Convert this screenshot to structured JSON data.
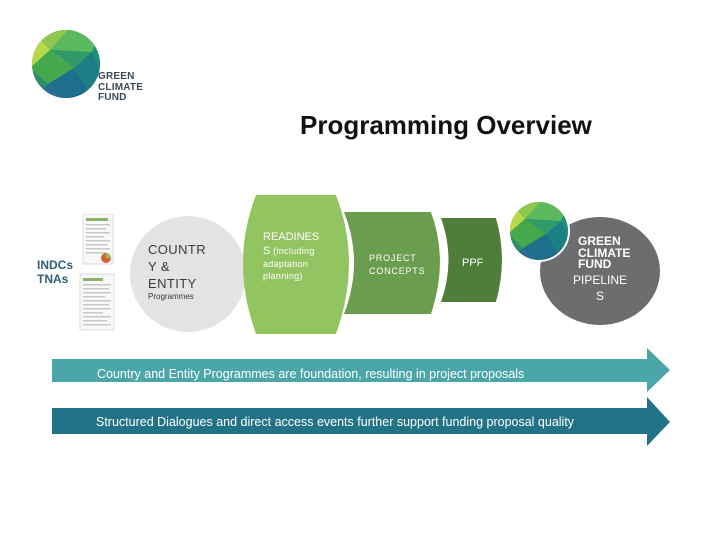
{
  "logo": {
    "lines": [
      "GREEN",
      "CLIMATE",
      "FUND"
    ]
  },
  "title": "Programming Overview",
  "indcs": {
    "lines": [
      "INDCs",
      "TNAs"
    ]
  },
  "country": {
    "lines": [
      "COUNTR",
      "Y &",
      "ENTITY"
    ],
    "sub": "Programmes"
  },
  "readiness": {
    "lines": [
      "READINES"
    ],
    "line2_main": "S",
    "line2_small": " (including",
    "small_lines": [
      "adaptation",
      "planning)"
    ]
  },
  "project": {
    "lines": [
      "PROJECT",
      "CONCEPTS"
    ]
  },
  "ppf": "PPF",
  "pipeline": {
    "logo_lines": [
      "GREEN",
      "CLIMATE",
      "FUND"
    ],
    "lines": [
      "PIPELINE",
      "S"
    ]
  },
  "arrows": {
    "first": "Country and Entity Programmes are foundation, resulting in project proposals",
    "second": "Structured Dialogues and direct access events further support funding proposal quality"
  },
  "colors": {
    "readiness_green": "#93c462",
    "project_green": "#6a9d4e",
    "ppf_green": "#4f7d3a",
    "pipeline_grey": "#6b6d6f",
    "country_grey": "#e3e3e4",
    "arrow_teal_light": "#4aa6a8",
    "arrow_teal_dark": "#227385"
  }
}
